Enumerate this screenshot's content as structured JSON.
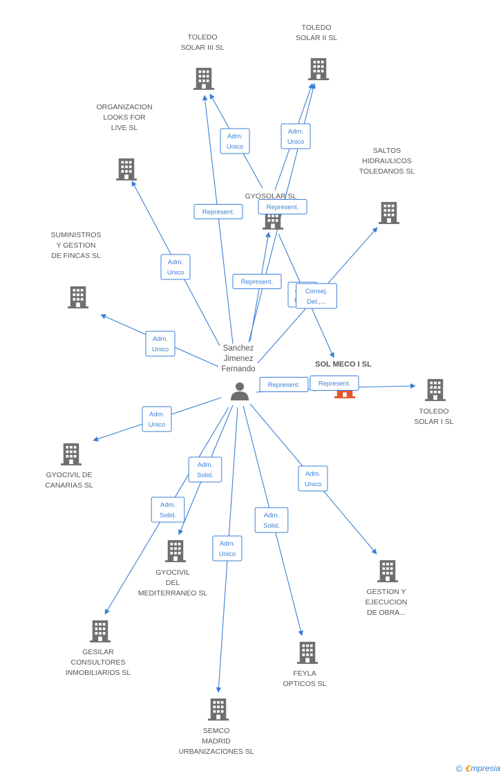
{
  "colors": {
    "edge": "#3a7fd5",
    "building": "#6f6f6f",
    "focus_building": "#e8532d",
    "person": "#6f6f6f",
    "label": "#555555"
  },
  "center": {
    "name_lines": [
      "Sanchez",
      "Jimenez",
      "Fernando"
    ],
    "icon": "person-icon"
  },
  "focus": {
    "name": "SOL MECO I SL",
    "icon": "building-icon"
  },
  "companies": [
    {
      "id": "toledo3",
      "lines": [
        "TOLEDO",
        "SOLAR III SL"
      ],
      "icon": "building-icon"
    },
    {
      "id": "toledo2",
      "lines": [
        "TOLEDO",
        "SOLAR II SL"
      ],
      "icon": "building-icon"
    },
    {
      "id": "organizacion",
      "lines": [
        "ORGANIZACION",
        "LOOKS FOR",
        "LIVE SL"
      ],
      "icon": "building-icon"
    },
    {
      "id": "gyosolar",
      "lines": [
        "GYOSOLAR SL"
      ],
      "icon": "building-icon"
    },
    {
      "id": "saltos",
      "lines": [
        "SALTOS",
        "HIDRAULICOS",
        "TOLEDANOS SL"
      ],
      "icon": "building-icon"
    },
    {
      "id": "suministros",
      "lines": [
        "SUMINISTROS",
        "Y GESTION",
        "DE FINCAS SL"
      ],
      "icon": "building-icon"
    },
    {
      "id": "toledo1",
      "lines": [
        "TOLEDO",
        "SOLAR I SL"
      ],
      "icon": "building-icon"
    },
    {
      "id": "gyocivil_can",
      "lines": [
        "GYOCIVIL DE",
        "CANARIAS SL"
      ],
      "icon": "building-icon"
    },
    {
      "id": "gyocivil_med",
      "lines": [
        "GYOCIVIL",
        "DEL",
        "MEDITERRANEO SL"
      ],
      "icon": "building-icon"
    },
    {
      "id": "gestion",
      "lines": [
        "GESTION Y",
        "EJECUCION",
        "DE OBRA..."
      ],
      "icon": "building-icon"
    },
    {
      "id": "gesilar",
      "lines": [
        "GESILAR",
        "CONSULTORES",
        "INMOBILIARIOS SL"
      ],
      "icon": "building-icon"
    },
    {
      "id": "feyla",
      "lines": [
        "FEYLA",
        "OPTICOS SL"
      ],
      "icon": "building-icon"
    },
    {
      "id": "semco",
      "lines": [
        "SEMCO",
        "MADRID",
        "URBANIZACIONES SL"
      ],
      "icon": "building-icon"
    }
  ],
  "edges": [
    {
      "from": "center",
      "to": "toledo3",
      "lines": [
        "Represent."
      ]
    },
    {
      "from": "gyosolar",
      "to": "toledo3",
      "lines": [
        "Adm.",
        "Unico"
      ]
    },
    {
      "from": "gyosolar",
      "to": "toledo2",
      "lines": [
        "Adm.",
        "Unico"
      ]
    },
    {
      "from": "center",
      "to": "toledo2",
      "lines": [
        "Represent."
      ]
    },
    {
      "from": "center",
      "to": "organizacion",
      "lines": [
        "Adm.",
        "Unico"
      ]
    },
    {
      "from": "center",
      "to": "gyosolar",
      "lines": [
        "Represent."
      ]
    },
    {
      "from": "gyosolar",
      "to": "focus",
      "lines": [
        "Adm.",
        "Unico"
      ]
    },
    {
      "from": "center",
      "to": "saltos",
      "lines": [
        "Consej.",
        "Del.,..."
      ]
    },
    {
      "from": "center",
      "to": "suministros",
      "lines": [
        "Adm.",
        "Unico"
      ]
    },
    {
      "from": "center",
      "to": "focus",
      "lines": [
        "Represent."
      ]
    },
    {
      "from": "focus",
      "to": "toledo1",
      "lines": [
        "Represent."
      ]
    },
    {
      "from": "center",
      "to": "gyocivil_can",
      "lines": [
        "Adm.",
        "Unico"
      ]
    },
    {
      "from": "center",
      "to": "gyocivil_med",
      "lines": [
        "Adm.",
        "Solid."
      ]
    },
    {
      "from": "center",
      "to": "gesilar",
      "lines": [
        "Adm.",
        "Solid."
      ]
    },
    {
      "from": "center",
      "to": "semco",
      "lines": [
        "Adm.",
        "Unico"
      ]
    },
    {
      "from": "center",
      "to": "feyla",
      "lines": [
        "Adm.",
        "Solid."
      ]
    },
    {
      "from": "center",
      "to": "gestion",
      "lines": [
        "Adm.",
        "Unico"
      ]
    }
  ],
  "footer": {
    "copyright": "©",
    "brand_initial": "€",
    "brand_rest": "mpresia"
  }
}
